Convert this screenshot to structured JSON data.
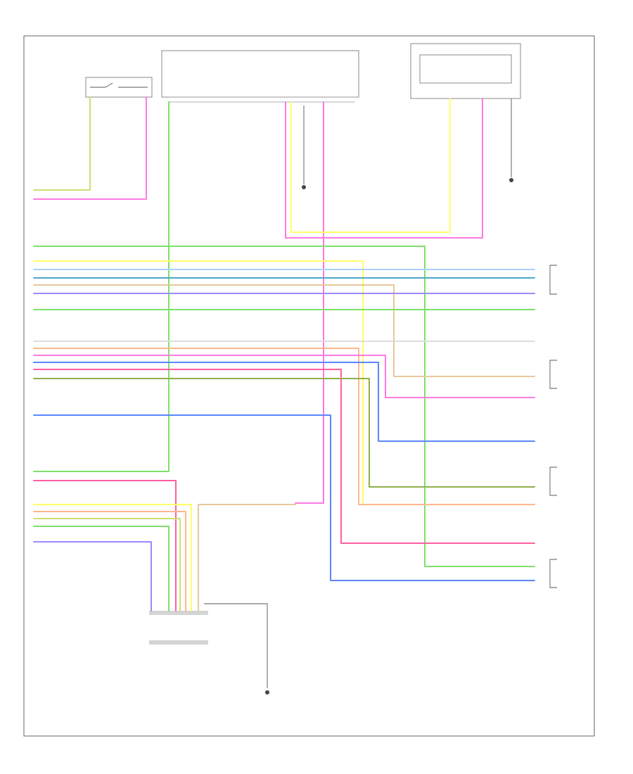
{
  "title": "",
  "footer_code": "",
  "colors": {
    "green": "#7ee06a",
    "yellow_green": "#c9e070",
    "pink": "#ff7be0",
    "yellow": "#ffff66",
    "blue": "#5b86ff",
    "teal": "#4fa8c8",
    "purple": "#9a8cff",
    "orange": "#ffb78a",
    "red_pink": "#ff5fa0",
    "tan": "#e8c89a",
    "light_blue": "#a8d2ff",
    "gray_white": "#dddddd",
    "olive": "#8fb04a",
    "ground": "#444444"
  },
  "components": [],
  "wires": [
    {
      "label": "",
      "color": "green"
    },
    {
      "label": "",
      "color": "yellow"
    },
    {
      "label": "",
      "color": "light_blue"
    },
    {
      "label": "",
      "color": "teal"
    },
    {
      "label": "",
      "color": "tan"
    },
    {
      "label": "",
      "color": "purple"
    },
    {
      "label": "",
      "color": "green"
    },
    {
      "label": "",
      "color": "gray_white"
    },
    {
      "label": "",
      "color": "orange"
    },
    {
      "label": "",
      "color": "pink"
    },
    {
      "label": "",
      "color": "blue"
    },
    {
      "label": "",
      "color": "red_pink"
    },
    {
      "label": "",
      "color": "olive"
    },
    {
      "label": "",
      "color": "blue"
    },
    {
      "label": "",
      "color": "green"
    },
    {
      "label": "",
      "color": "red_pink"
    }
  ],
  "grounds": []
}
